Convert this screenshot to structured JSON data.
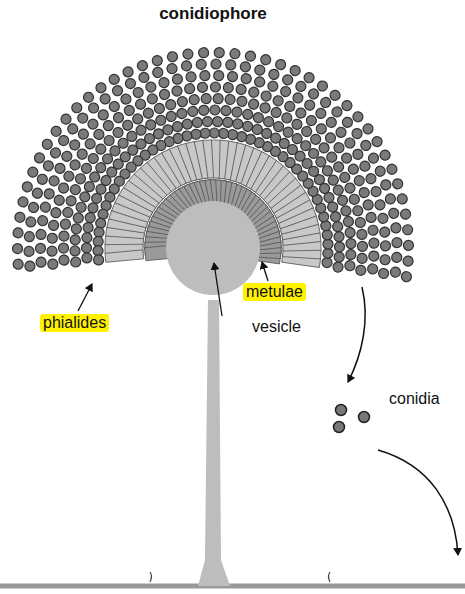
{
  "diagram": {
    "title": "conidiophore",
    "labels": [
      "phialides",
      "metulae",
      "vesicle",
      "conidia"
    ]
  }
}
